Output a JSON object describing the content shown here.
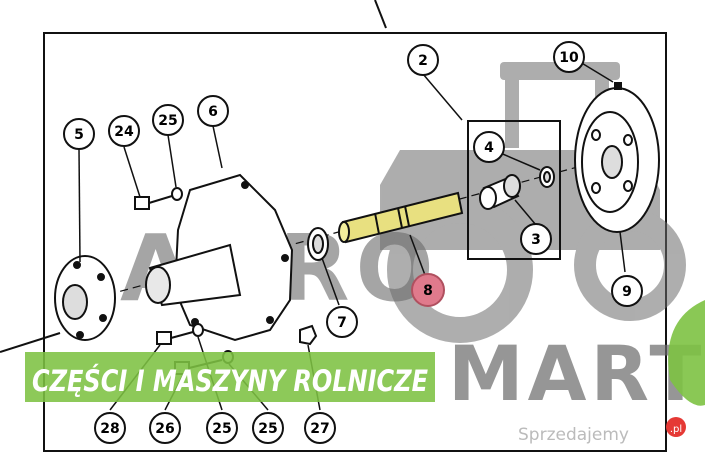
{
  "diagram": {
    "callouts": [
      {
        "id": "c2",
        "label": "2",
        "highlight": false
      },
      {
        "id": "c3",
        "label": "3",
        "highlight": false
      },
      {
        "id": "c4",
        "label": "4",
        "highlight": false
      },
      {
        "id": "c5",
        "label": "5",
        "highlight": false
      },
      {
        "id": "c6",
        "label": "6",
        "highlight": false
      },
      {
        "id": "c7",
        "label": "7",
        "highlight": false
      },
      {
        "id": "c8",
        "label": "8",
        "highlight": true
      },
      {
        "id": "c9",
        "label": "9",
        "highlight": false
      },
      {
        "id": "c10",
        "label": "10",
        "highlight": false
      },
      {
        "id": "c24",
        "label": "24",
        "highlight": false
      },
      {
        "id": "c25a",
        "label": "25",
        "highlight": false
      },
      {
        "id": "c26",
        "label": "26",
        "highlight": false
      },
      {
        "id": "c25b",
        "label": "25",
        "highlight": false
      },
      {
        "id": "c25c",
        "label": "25",
        "highlight": false
      },
      {
        "id": "c27",
        "label": "27",
        "highlight": false
      },
      {
        "id": "c28",
        "label": "28",
        "highlight": false
      }
    ]
  },
  "watermark": {
    "brand_top": "AGRO",
    "brand_bottom": "MART",
    "tagline": "CZĘŚCI I MASZYNY ROLNICZE",
    "site": "Sprzedajemy",
    "site_suffix": ".pl"
  },
  "colors": {
    "line": "#111111",
    "watermark_gray": "#6b6b6b",
    "tagline_bg": "#7dc242",
    "tagline_text": "#ffffff",
    "highlight_fill": "#e07a8c",
    "part8_fill": "#e8e080",
    "site_red": "#e53935"
  }
}
